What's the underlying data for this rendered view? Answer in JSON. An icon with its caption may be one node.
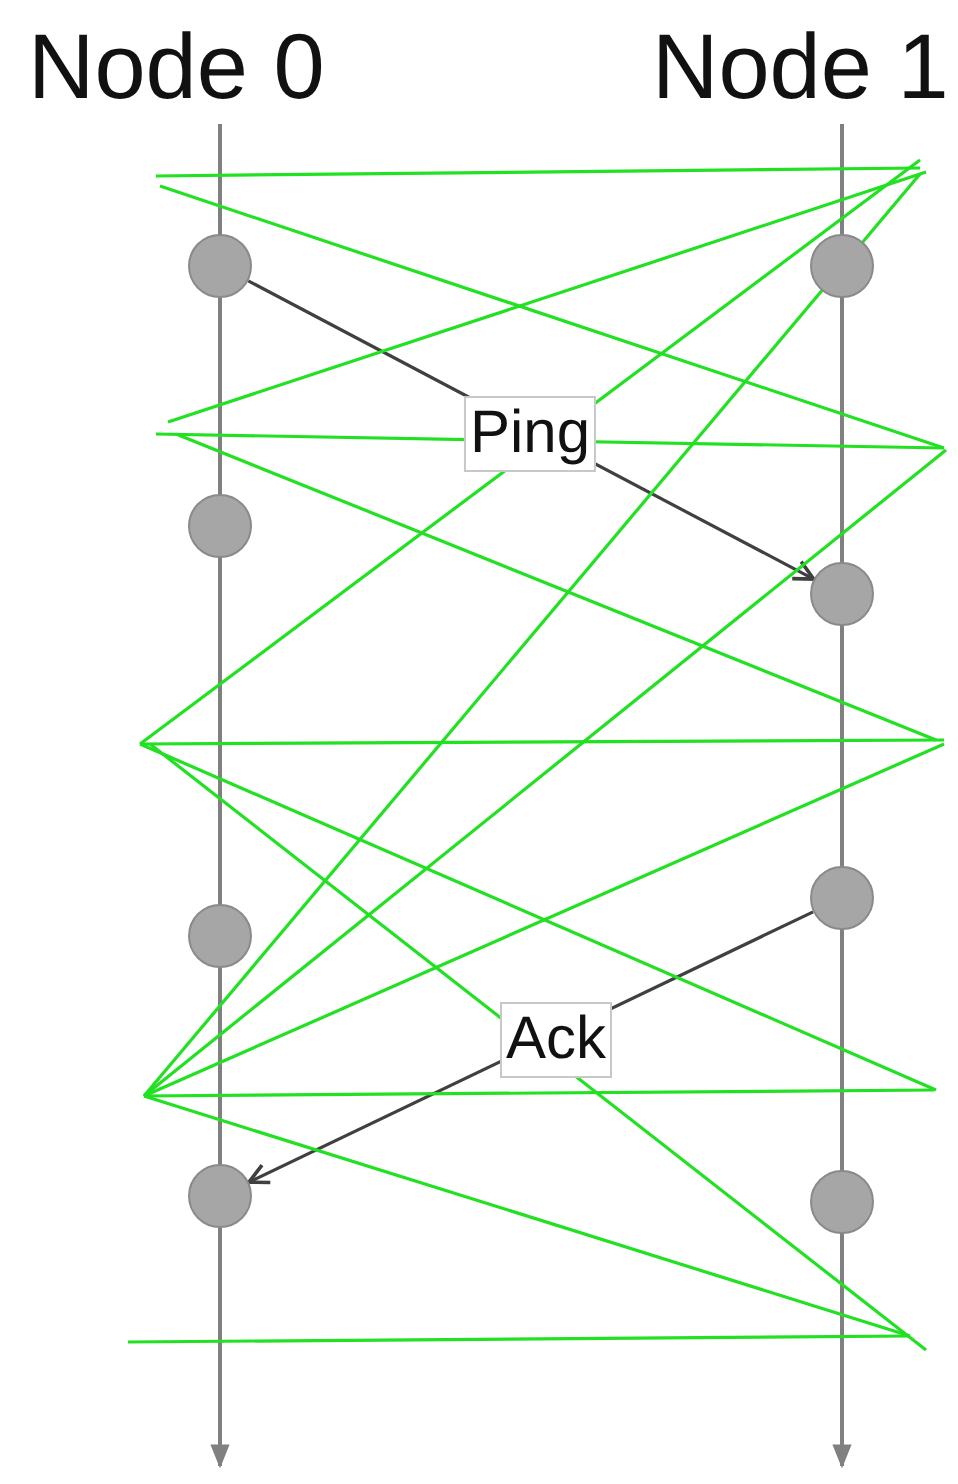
{
  "diagram": {
    "nodes": [
      {
        "text": [
          "Node 0"
        ]
      },
      {
        "text": [
          "Node 1"
        ]
      },
      {
        "text": [],
        "shape": "circle"
      },
      {
        "text": [],
        "shape": "circle"
      },
      {
        "text": [],
        "shape": "circle"
      },
      {
        "text": [],
        "shape": "circle"
      },
      {
        "text": [],
        "shape": "circle"
      },
      {
        "text": [],
        "shape": "circle"
      },
      {
        "text": [],
        "shape": "circle"
      },
      {
        "text": [],
        "shape": "circle"
      }
    ],
    "edges": [
      {
        "from": 0,
        "to": null,
        "arrow": "to",
        "color": "#808080"
      },
      {
        "from": 1,
        "to": null,
        "arrow": "to",
        "color": "#808080"
      },
      {
        "from": 2,
        "to": 7,
        "arrow": "to",
        "label": "Ping"
      },
      {
        "from": 8,
        "to": 5,
        "arrow": "to",
        "label": "Ack"
      }
    ]
  }
}
